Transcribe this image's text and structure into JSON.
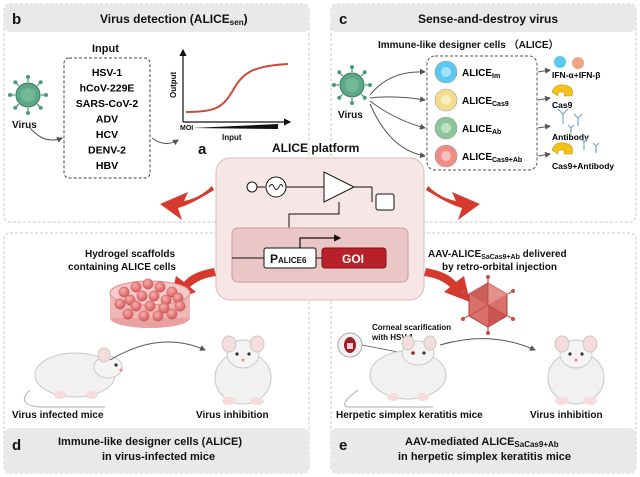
{
  "panel_b": {
    "letter": "b",
    "title_main": "Virus detection (ALICE",
    "title_sub": "sen",
    "title_end": ")",
    "virus_label": "Virus",
    "input_heading": "Input",
    "viruses": [
      "HSV-1",
      "hCoV-229E",
      "SARS-CoV-2",
      "ADV",
      "HCV",
      "DENV-2",
      "HBV"
    ],
    "y_axis": "Output",
    "x_axis": "Input",
    "moi": "MOI"
  },
  "panel_c": {
    "letter": "c",
    "title": "Sense-and-destroy virus",
    "subtitle": "Immune-like designer cells （ALICE）",
    "virus_label": "Virus",
    "cells": [
      {
        "main": "ALICE",
        "sub": "Im",
        "output": "IFN-α+IFN-β",
        "color": "#5bc8f0"
      },
      {
        "main": "ALICE",
        "sub": "Cas9",
        "output": "Cas9",
        "color": "#f3dc8c"
      },
      {
        "main": "ALICE",
        "sub": "Ab",
        "output": "Antibody",
        "color": "#8cc79a"
      },
      {
        "main": "ALICE",
        "sub": "Cas9+Ab",
        "output": "Cas9+Antibody",
        "color": "#f28a86"
      }
    ]
  },
  "panel_a": {
    "letter": "a",
    "title": "ALICE platform",
    "promoter_main": "P",
    "promoter_sub": "ALICE6",
    "goi": "GOI"
  },
  "panel_d": {
    "letter": "d",
    "scaffold_label_1": "Hydrogel scaffolds",
    "scaffold_label_2": "containing ALICE cells",
    "mouse_left": "Virus infected mice",
    "mouse_right": "Virus inhibition",
    "caption_1": "Immune-like designer cells (ALICE)",
    "caption_2": "in virus-infected mice"
  },
  "panel_e": {
    "letter": "e",
    "aav_1_main": "AAV-ALICE",
    "aav_1_sub": "SaCas9+Ab",
    "aav_1_end": " delivered",
    "aav_2": "by retro-orbital injection",
    "corneal_1": "Corneal scarification",
    "corneal_2": "with HSV-1",
    "mouse_left": "Herpetic simplex keratitis mice",
    "mouse_right": "Virus inhibition",
    "caption_1_main": "AAV-mediated ALICE",
    "caption_1_sub": "SaCas9+Ab",
    "caption_2": "in herpetic simplex keratitis mice"
  },
  "colors": {
    "accent_red": "#c8302c",
    "center_fill": "#f7e6e6",
    "goi_fill": "#b8202a",
    "curve": "#d04a3a",
    "virus_green": "#4e9a78",
    "panel_border": "#c9c9c9"
  }
}
